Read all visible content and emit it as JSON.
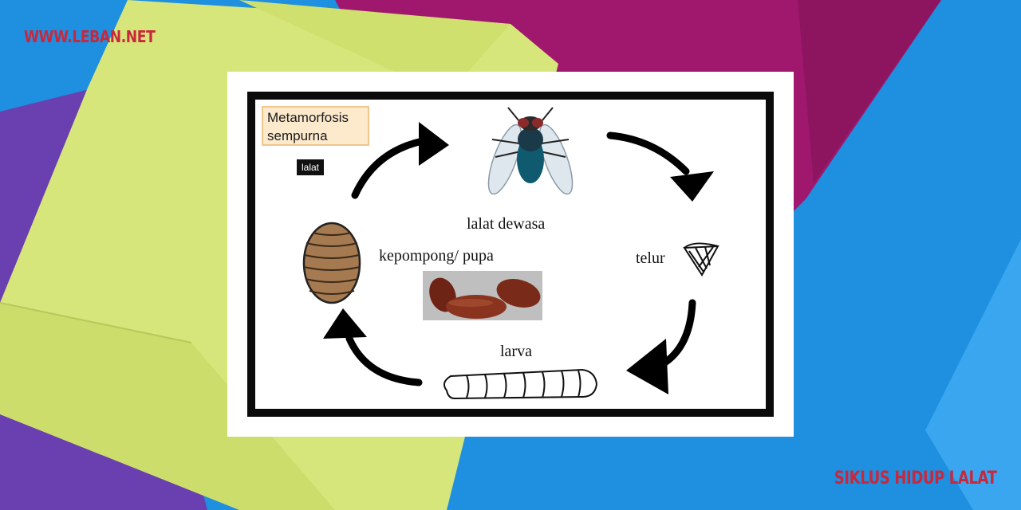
{
  "site_label": "WWW.LEBAN.NET",
  "page_caption": "SIKLUS HIDUP LALAT",
  "diagram": {
    "title": "Metamorfosis sempurna",
    "tag": "lalat",
    "stages": {
      "adult": "lalat dewasa",
      "egg": "telur",
      "larva": "larva",
      "pupa": "kepompong/ pupa"
    }
  },
  "colors": {
    "accent_text": "#c8283c",
    "sky_blue": "#1f8fe0",
    "lime_envelope": "#d7e67a",
    "magenta_paper": "#a0186e",
    "violet_paper": "#6a3fb0",
    "title_box_fill": "#fde9cc",
    "frame_black": "#0b0b0b"
  },
  "icons": [
    "fly-icon",
    "egg-cluster-icon",
    "larva-icon",
    "pupa-icon",
    "pupa-photo",
    "cycle-arrow-icon"
  ]
}
